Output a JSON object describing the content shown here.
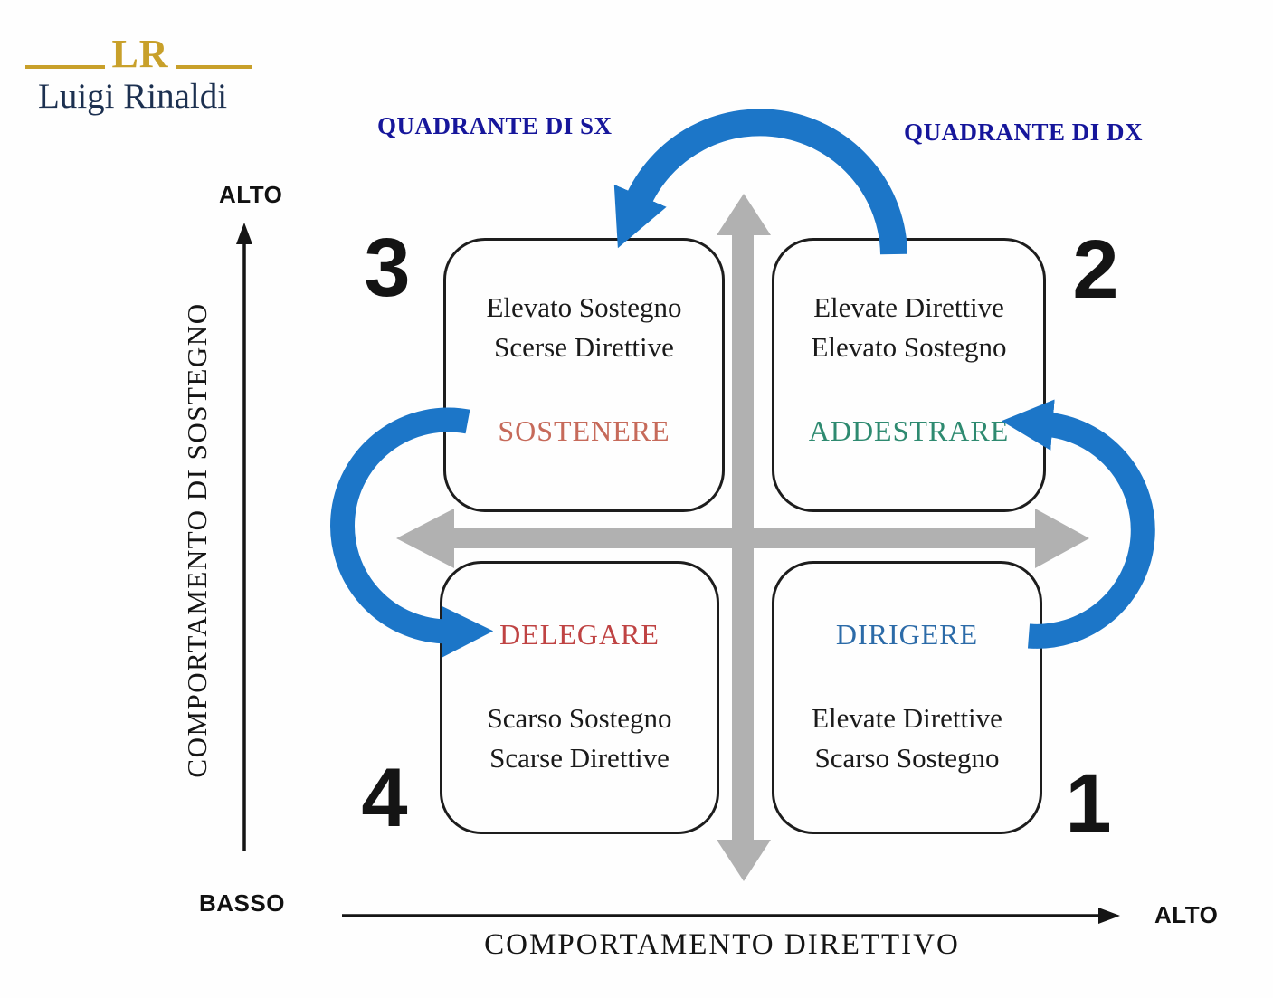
{
  "brand": {
    "initials": "LR",
    "name": "Luigi Rinaldi"
  },
  "quadrant_headers": {
    "left": "QUADRANTE DI SX",
    "right": "QUADRANTE DI DX"
  },
  "axes": {
    "y": {
      "title": "COMPORTAMENTO DI SOSTEGNO",
      "high": "ALTO",
      "low": "BASSO"
    },
    "x": {
      "title": "COMPORTAMENTO DIRETTIVO",
      "high": "ALTO"
    }
  },
  "quadrants": [
    {
      "number": "3",
      "position": "top-left",
      "line1": "Elevato Sostegno",
      "line2": "Scerse Direttive",
      "strategy": "SOSTENERE",
      "strategy_color": "#c66a5a"
    },
    {
      "number": "2",
      "position": "top-right",
      "line1": "Elevate Direttive",
      "line2": "Elevato Sostegno",
      "strategy": "ADDESTRARE",
      "strategy_color": "#2e8a70"
    },
    {
      "number": "4",
      "position": "bottom-left",
      "line1": "Scarso Sostegno",
      "line2": "Scarse Direttive",
      "strategy": "DELEGARE",
      "strategy_color": "#bf4343"
    },
    {
      "number": "1",
      "position": "bottom-right",
      "line1": "Elevate Direttive",
      "line2": "Scarso Sostegno",
      "strategy": "DIRIGERE",
      "strategy_color": "#2c6ba8"
    }
  ],
  "colors": {
    "cycle_arrow_blue": "#1c76c8",
    "cross_arrow_gray": "#b1b1b1",
    "header_blue": "#16169b",
    "brand_gold": "#c8a02a",
    "brand_navy": "#1c3050"
  }
}
